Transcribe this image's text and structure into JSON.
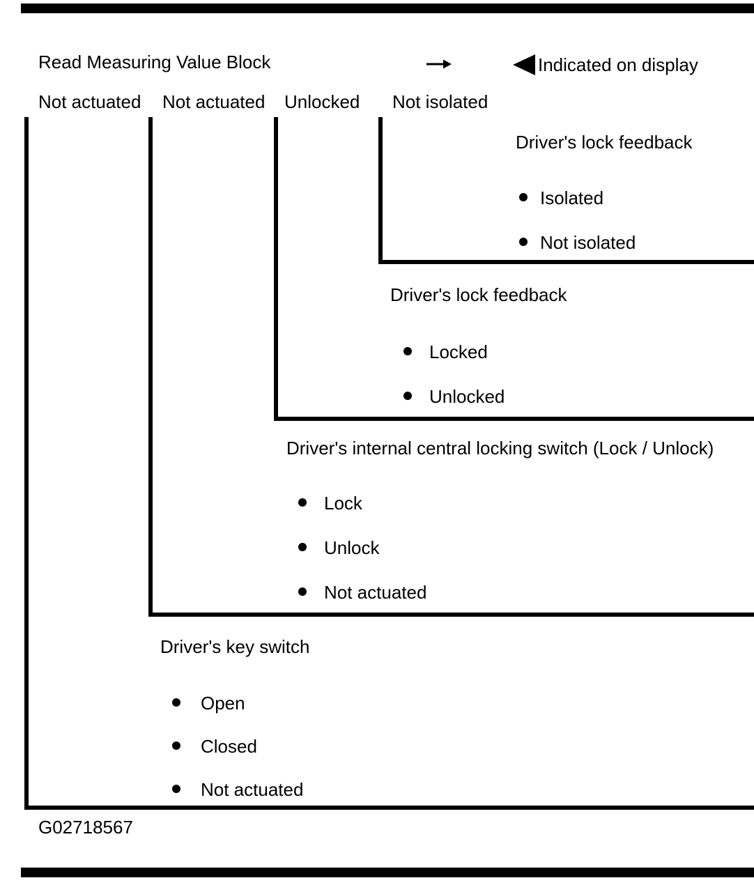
{
  "figure": {
    "title": "Read Measuring Value Block",
    "display_note": "Indicated on display",
    "figure_id": "G02718567",
    "displayed_values": [
      "Not actuated",
      "Not actuated",
      "Unlocked",
      "Not isolated"
    ],
    "sections": [
      {
        "label": "Driver's lock feedback",
        "options": [
          "Isolated",
          "Not isolated"
        ]
      },
      {
        "label": "Driver's lock feedback",
        "options": [
          "Locked",
          "Unlocked"
        ]
      },
      {
        "label": "Driver's internal central locking switch (Lock / Unlock)",
        "options": [
          "Lock",
          "Unlock",
          "Not actuated"
        ]
      },
      {
        "label": "Driver's key switch",
        "options": [
          "Open",
          "Closed",
          "Not actuated"
        ]
      }
    ],
    "icons": {
      "arrow": "right-arrow-icon",
      "pointer": "left-solid-triangle-icon"
    },
    "colors": {
      "ink": "#000000",
      "paper": "#ffffff"
    }
  }
}
